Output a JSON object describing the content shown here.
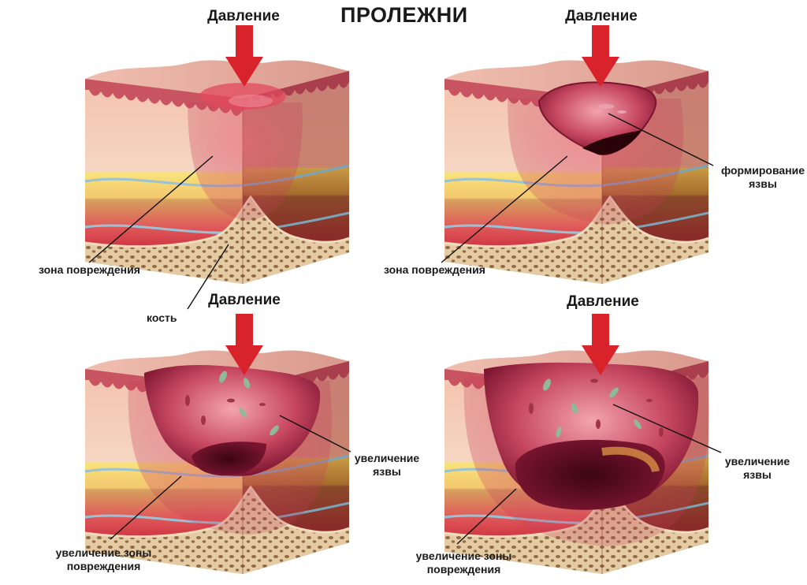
{
  "title": "ПРОЛЕЖНИ",
  "panels": [
    {
      "pressure_label": "Давление",
      "labels": [
        "зона повреждения",
        "кость"
      ]
    },
    {
      "pressure_label": "Давление",
      "labels": [
        "формирование язвы",
        "зона повреждения"
      ]
    },
    {
      "pressure_label": "Давление",
      "labels": [
        "увеличение язвы",
        "увеличение зоны повреждения"
      ]
    },
    {
      "pressure_label": "Давление",
      "labels": [
        "увеличение язвы",
        "увеличение зоны повреждения"
      ]
    }
  ],
  "colors": {
    "arrow": "#d8232a",
    "skin_top": "#e8a7a0",
    "epidermis": "#c9535f",
    "dermis": "#f1c0a8",
    "fat_yellow": "#f5d86a",
    "muscle_red": "#c0272d",
    "bone": "#e2c8a0",
    "ulcer_dark": "#6b0f22",
    "damage_zone": "#e7768a"
  }
}
